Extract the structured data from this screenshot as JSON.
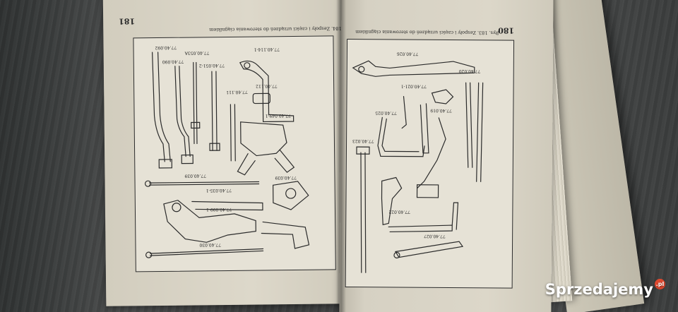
{
  "left_page": {
    "page_number": "181",
    "caption": "Rys. 184. Zespoły i części urządzeń do sterowania ciągnikiem",
    "part_labels": [
      "77.40.092",
      "77.40.090",
      "77.40.053A",
      "77.40.051-2",
      "77.40.114-1",
      "77.40.111",
      "77.40.112",
      "77.40.049-1",
      "77.40.039",
      "77.40.035-1",
      "77.40.039",
      "77.40.099-1",
      "77.40.030"
    ]
  },
  "right_page": {
    "page_number": "180",
    "caption": "Rys. 183. Zespoły i części urządzeń do sterowania ciągnikiem",
    "part_labels": [
      "77.40.026",
      "77.40.020",
      "77.40.021-1",
      "77.40.019",
      "77.40.025",
      "77.40.023",
      "77.40.022",
      "77.40.027"
    ]
  },
  "watermark": {
    "text": "Sprzedajemy",
    "badge": ".pl"
  },
  "colors": {
    "paper": "#dcd7c9",
    "ink": "#2a2a2a",
    "background": "#3d3f3f",
    "badge": "#e0492f"
  }
}
